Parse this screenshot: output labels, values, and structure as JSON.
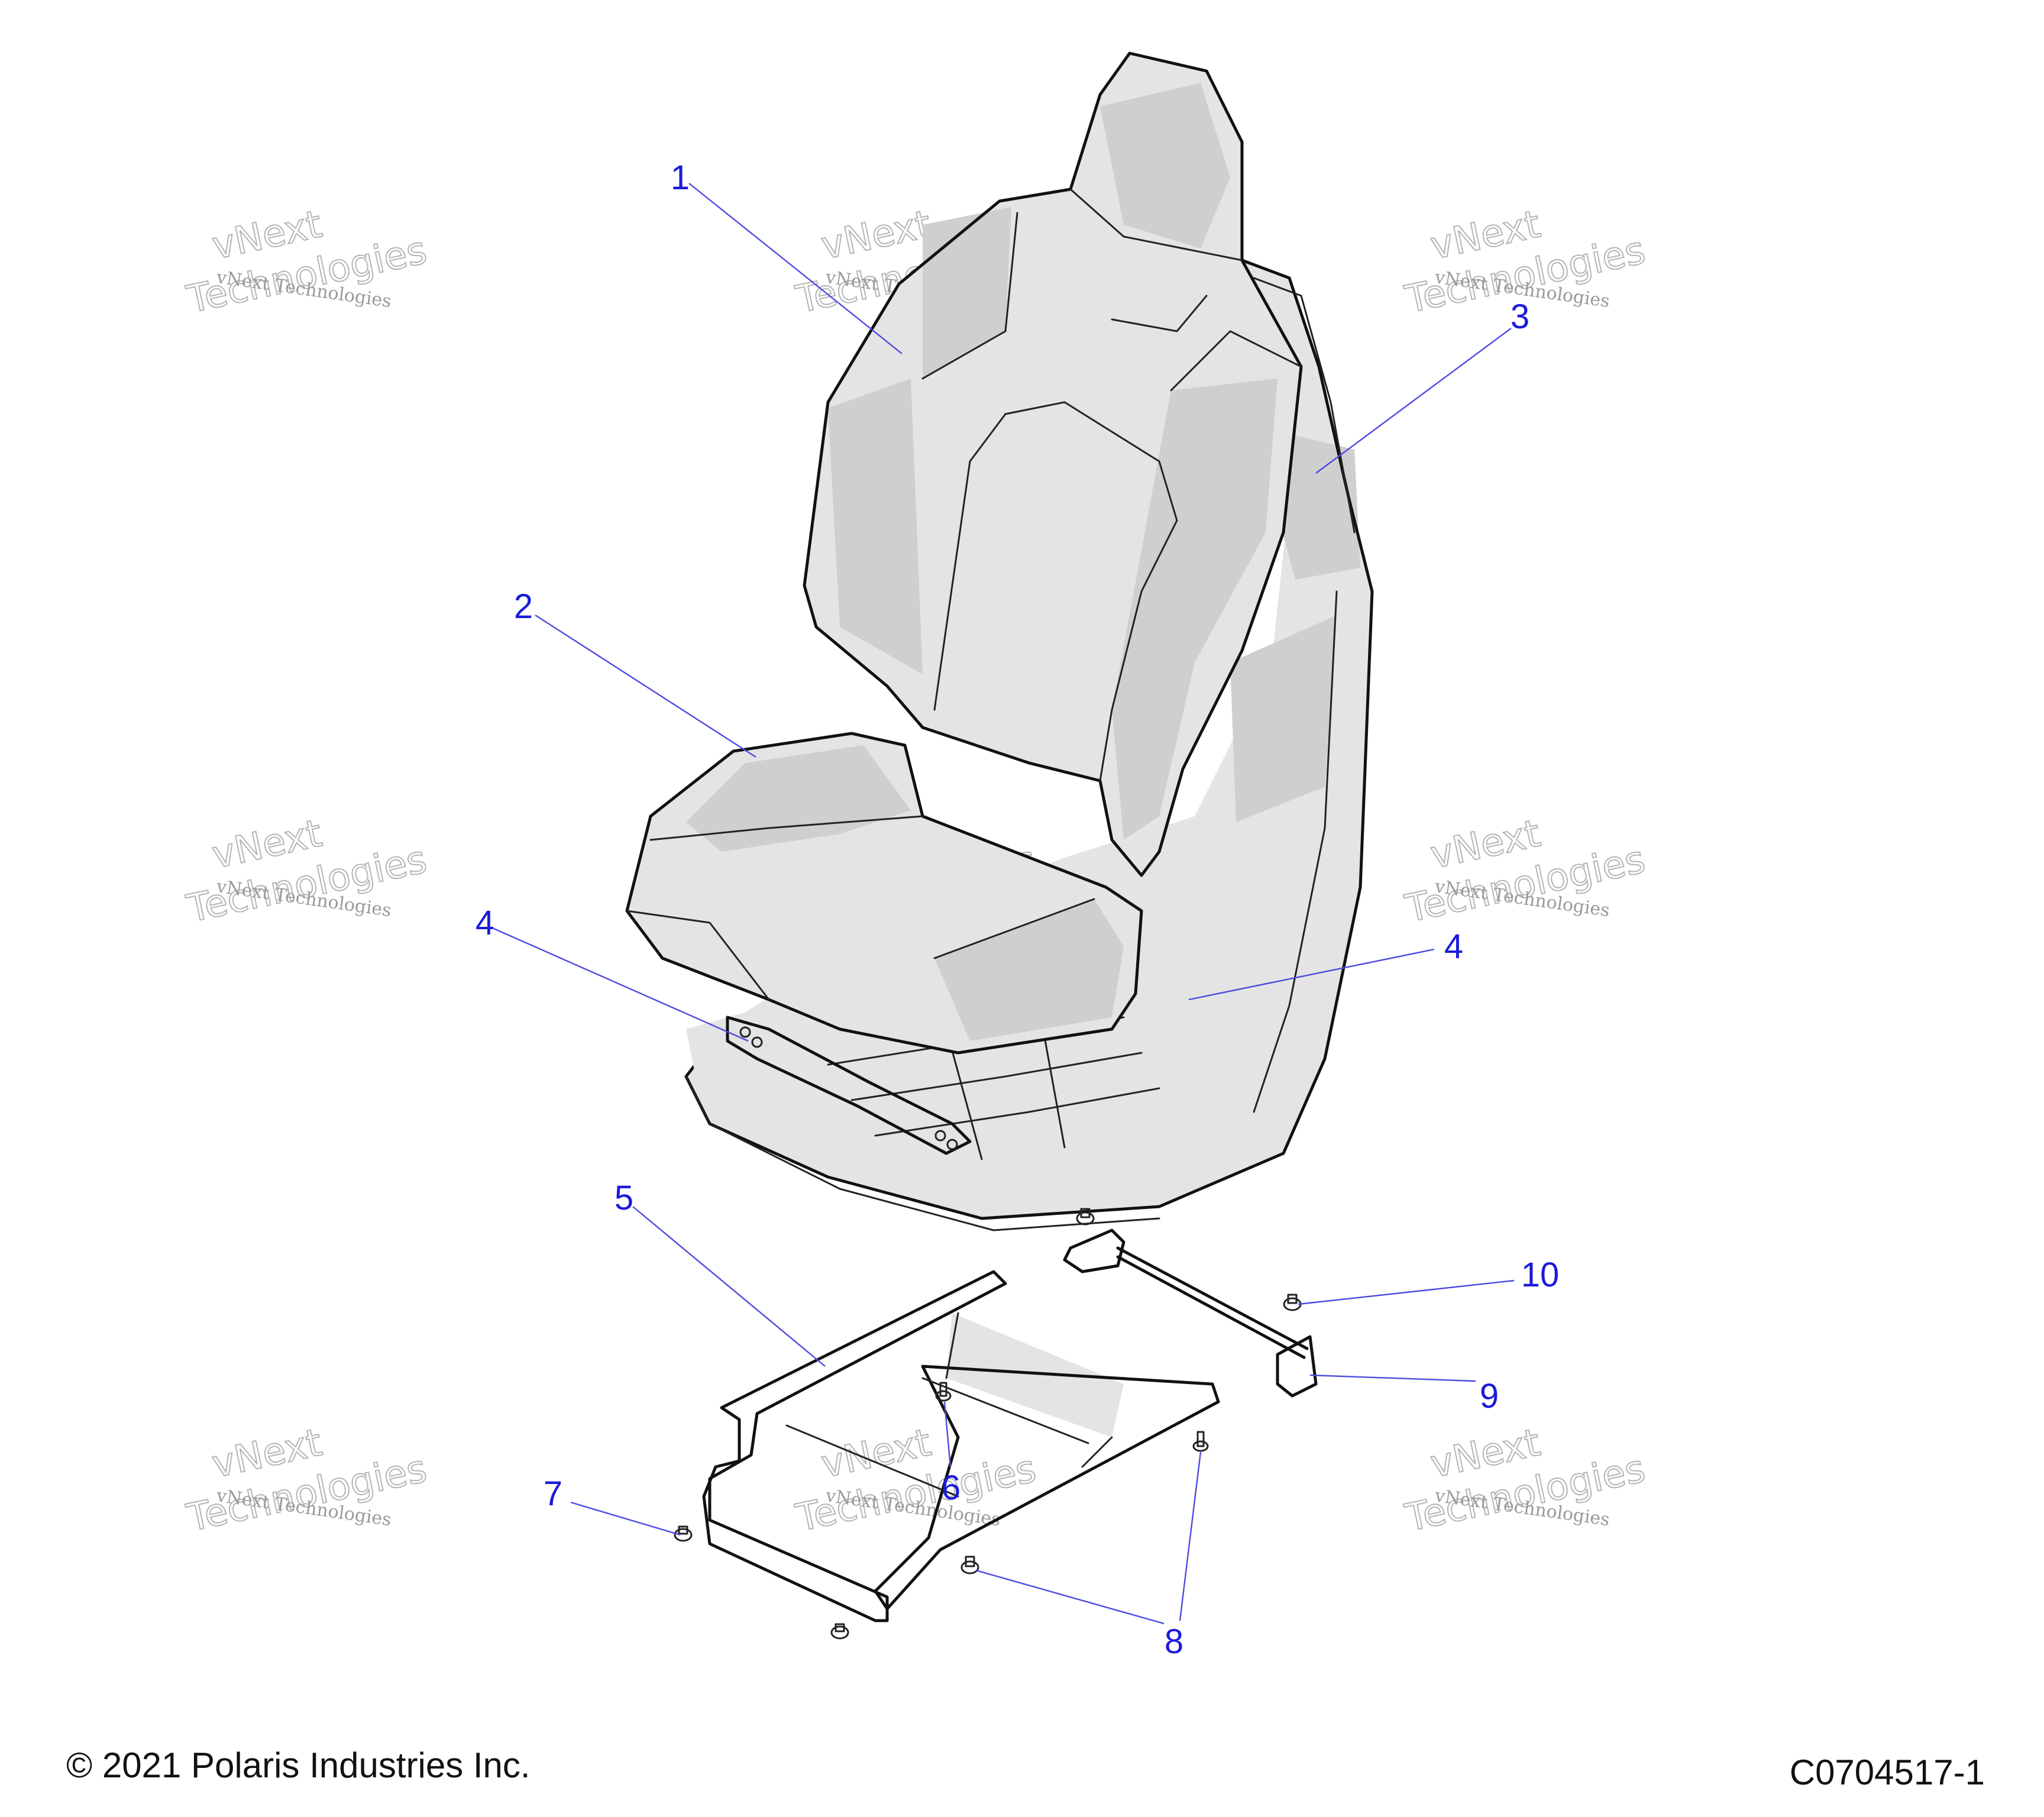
{
  "diagram": {
    "callouts": [
      {
        "id": "c1",
        "label": "1"
      },
      {
        "id": "c2",
        "label": "2"
      },
      {
        "id": "c3",
        "label": "3"
      },
      {
        "id": "c4a",
        "label": "4"
      },
      {
        "id": "c4b",
        "label": "4"
      },
      {
        "id": "c5",
        "label": "5"
      },
      {
        "id": "c6",
        "label": "6"
      },
      {
        "id": "c7",
        "label": "7"
      },
      {
        "id": "c8",
        "label": "8"
      },
      {
        "id": "c9",
        "label": "9"
      },
      {
        "id": "c10",
        "label": "10"
      }
    ],
    "callout_color": "#1a1adc"
  },
  "watermark": {
    "line1": "vNext Technologies",
    "big_top": "vNext",
    "big_bottom": "Technologies"
  },
  "footer": {
    "copyright": "© 2021 Polaris Industries Inc.",
    "drawing_number": "C0704517-1"
  }
}
